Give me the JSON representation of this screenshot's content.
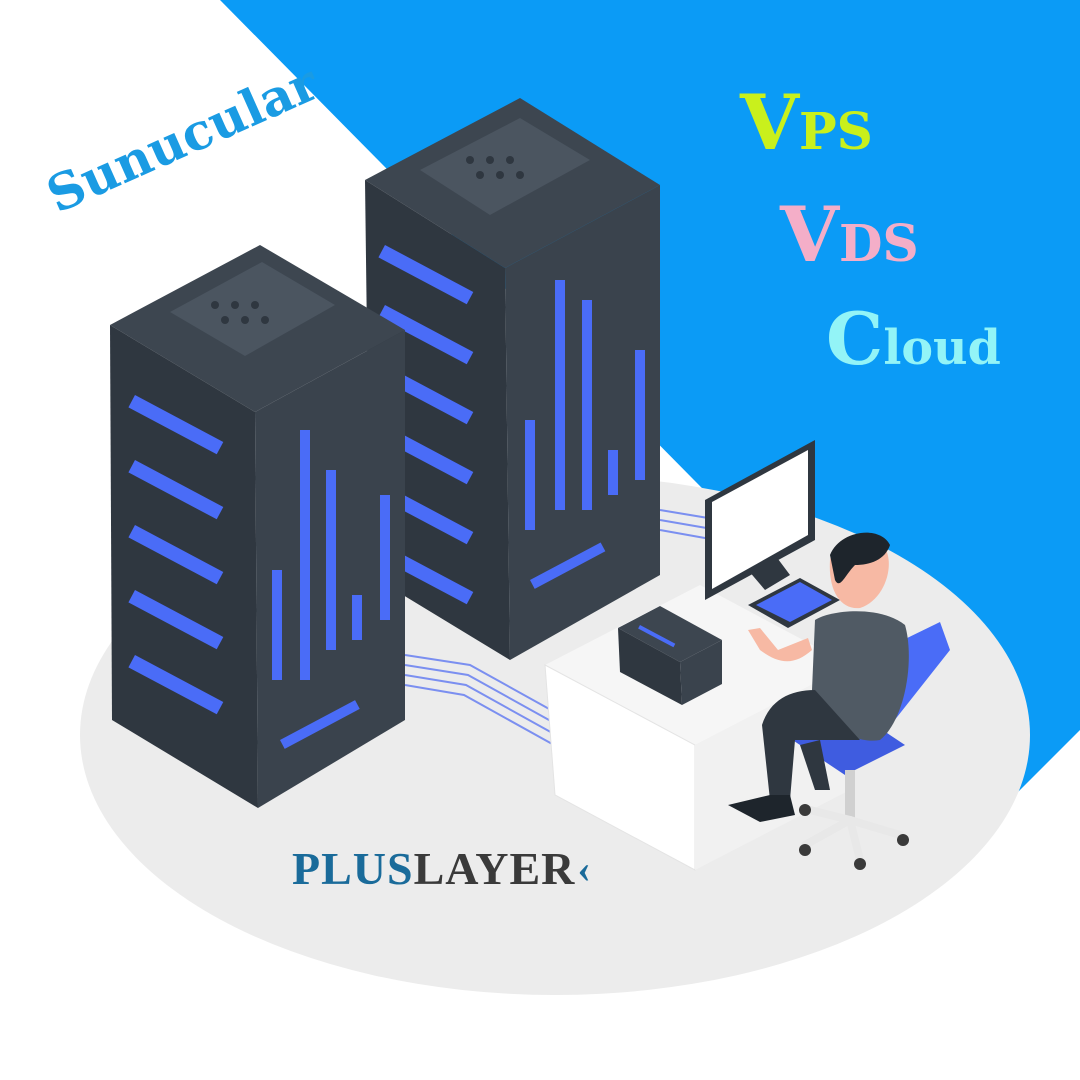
{
  "labels": {
    "sunucular": "Sunucular",
    "vps": {
      "initial": "V",
      "rest": "PS"
    },
    "vds": {
      "initial": "V",
      "rest": "DS"
    },
    "cloud": {
      "initial": "C",
      "rest": "loud"
    }
  },
  "brand": {
    "part1": "PLUS",
    "part2": "LAYER",
    "chevron": "‹"
  },
  "colors": {
    "background": "#ffffff",
    "blue_panel": "#0b9bf6",
    "floor": "#ececec",
    "server_dark": "#2f3740",
    "server_mid": "#3d4650",
    "server_light": "#4b5560",
    "led_blue": "#4a6cf7",
    "sunucular": "#1a9be3",
    "vps": "#c9f01c",
    "vds": "#f4aec8",
    "cloud": "#93f4f7",
    "brand_blue": "#1a6b9a",
    "brand_dark": "#3a3a3a",
    "chair_blue": "#4a6cf7"
  },
  "icons": [
    "server-rack-icon",
    "computer-monitor-icon",
    "keyboard-icon",
    "desk-icon",
    "person-icon",
    "office-chair-icon",
    "network-cable-icon"
  ]
}
